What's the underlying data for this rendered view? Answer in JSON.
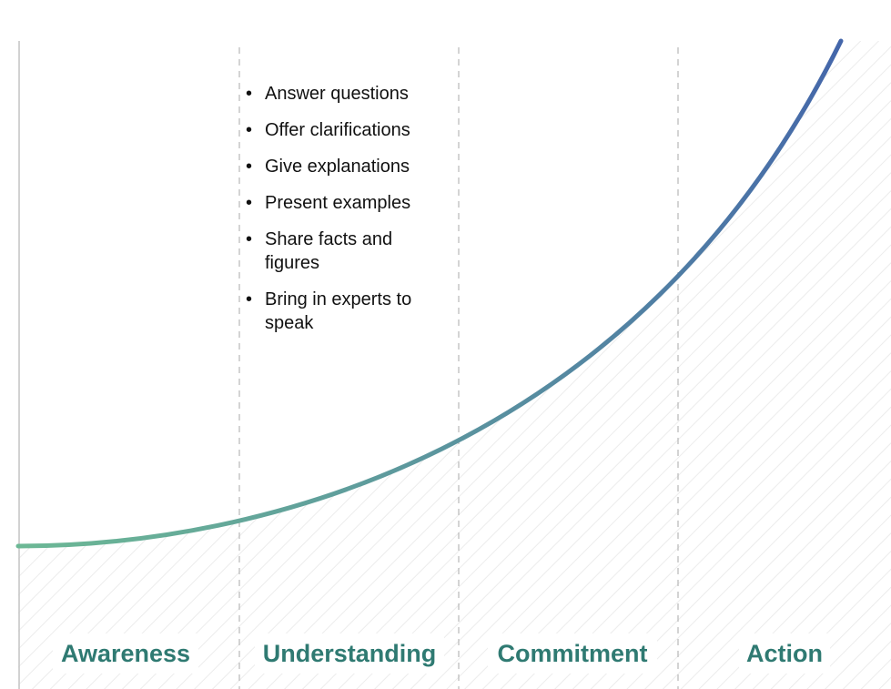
{
  "diagram": {
    "stages": [
      {
        "label": "Awareness"
      },
      {
        "label": "Understanding"
      },
      {
        "label": "Commitment"
      },
      {
        "label": "Action"
      }
    ],
    "understanding_actions": [
      "Answer questions",
      "Offer clarifications",
      "Give explanations",
      "Present examples",
      "Share facts and figures",
      "Bring in experts to speak"
    ],
    "colors": {
      "curve_start": "#6cb895",
      "curve_end": "#4466aa",
      "label": "#2f7a72",
      "divider": "#b8b8b8",
      "hatch": "#ececec"
    }
  }
}
